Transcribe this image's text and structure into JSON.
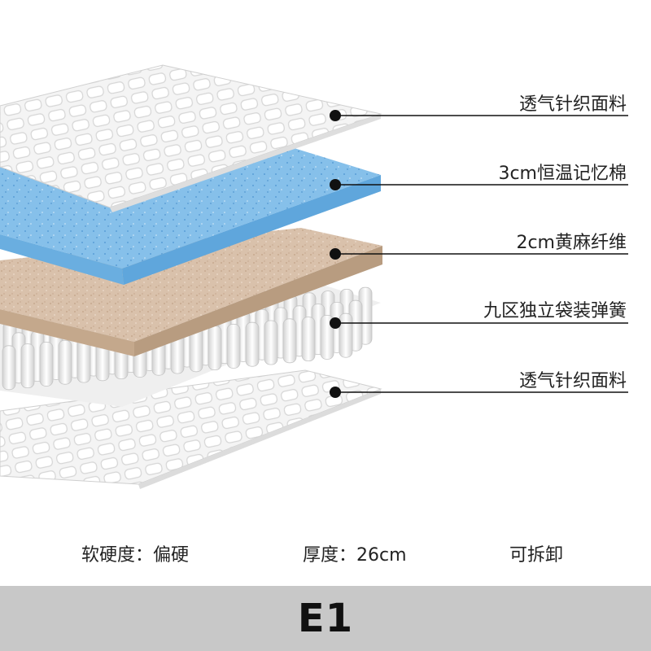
{
  "layers": [
    {
      "label": "透气针织面料",
      "color": "#f2f2f2"
    },
    {
      "label": "3cm恒温记忆棉",
      "color": "#7ab8e6"
    },
    {
      "label": "2cm黄麻纤维",
      "color": "#d6bca6"
    },
    {
      "label": "九区独立袋装弹簧",
      "color": "#e9e9e9"
    },
    {
      "label": "透气针织面料",
      "color": "#f2f2f2"
    }
  ],
  "specs": {
    "firmness": "软硬度：偏硬",
    "thickness": "厚度：26cm",
    "removable": "可拆卸"
  },
  "model": "E1",
  "colors": {
    "bar_background": "#c8c8c8",
    "callout": "#111111"
  }
}
